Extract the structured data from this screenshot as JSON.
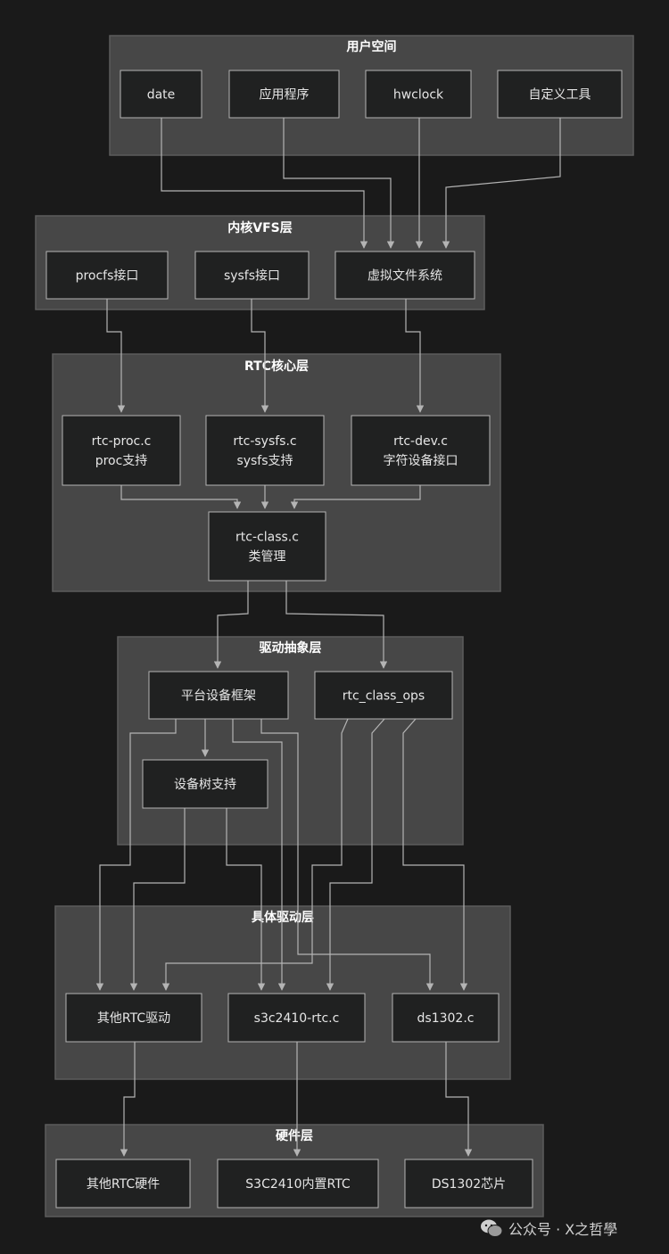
{
  "layers": [
    {
      "id": "user",
      "title": "用户空间"
    },
    {
      "id": "vfs",
      "title": "内核VFS层"
    },
    {
      "id": "rtccore",
      "title": "RTC核心层"
    },
    {
      "id": "abstract",
      "title": "驱动抽象层"
    },
    {
      "id": "driver",
      "title": "具体驱动层"
    },
    {
      "id": "hw",
      "title": "硬件层"
    }
  ],
  "nodes": [
    {
      "id": "date",
      "lines": [
        "date"
      ]
    },
    {
      "id": "app",
      "lines": [
        "应用程序"
      ]
    },
    {
      "id": "hwclock",
      "lines": [
        "hwclock"
      ]
    },
    {
      "id": "tool",
      "lines": [
        "自定义工具"
      ]
    },
    {
      "id": "procfs",
      "lines": [
        "procfs接口"
      ]
    },
    {
      "id": "sysfs",
      "lines": [
        "sysfs接口"
      ]
    },
    {
      "id": "vfsys",
      "lines": [
        "虚拟文件系统"
      ]
    },
    {
      "id": "rtcproc",
      "lines": [
        "rtc-proc.c",
        "proc支持"
      ]
    },
    {
      "id": "rtcsysfs",
      "lines": [
        "rtc-sysfs.c",
        "sysfs支持"
      ]
    },
    {
      "id": "rtcdev",
      "lines": [
        "rtc-dev.c",
        "字符设备接口"
      ]
    },
    {
      "id": "rtcclass",
      "lines": [
        "rtc-class.c",
        "类管理"
      ]
    },
    {
      "id": "platform",
      "lines": [
        "平台设备框架"
      ]
    },
    {
      "id": "classops",
      "lines": [
        "rtc_class_ops"
      ]
    },
    {
      "id": "devtree",
      "lines": [
        "设备树支持"
      ]
    },
    {
      "id": "otherdrv",
      "lines": [
        "其他RTC驱动"
      ]
    },
    {
      "id": "s3cdrv",
      "lines": [
        "s3c2410-rtc.c"
      ]
    },
    {
      "id": "dsdrv",
      "lines": [
        "ds1302.c"
      ]
    },
    {
      "id": "otherhw",
      "lines": [
        "其他RTC硬件"
      ]
    },
    {
      "id": "s3chw",
      "lines": [
        "S3C2410内置RTC"
      ]
    },
    {
      "id": "dshw",
      "lines": [
        "DS1302芯片"
      ]
    }
  ],
  "edges": [
    {
      "from": "date",
      "to": "vfsys"
    },
    {
      "from": "app",
      "to": "vfsys"
    },
    {
      "from": "hwclock",
      "to": "vfsys"
    },
    {
      "from": "tool",
      "to": "vfsys"
    },
    {
      "from": "procfs",
      "to": "rtcproc"
    },
    {
      "from": "sysfs",
      "to": "rtcsysfs"
    },
    {
      "from": "vfsys",
      "to": "rtcdev"
    },
    {
      "from": "rtcproc",
      "to": "rtcclass"
    },
    {
      "from": "rtcsysfs",
      "to": "rtcclass"
    },
    {
      "from": "rtcdev",
      "to": "rtcclass"
    },
    {
      "from": "rtcclass",
      "to": "platform"
    },
    {
      "from": "rtcclass",
      "to": "classops"
    },
    {
      "from": "platform",
      "to": "devtree"
    },
    {
      "from": "platform",
      "to": "otherdrv"
    },
    {
      "from": "platform",
      "to": "s3cdrv"
    },
    {
      "from": "platform",
      "to": "dsdrv"
    },
    {
      "from": "devtree",
      "to": "otherdrv"
    },
    {
      "from": "devtree",
      "to": "s3cdrv"
    },
    {
      "from": "classops",
      "to": "otherdrv"
    },
    {
      "from": "classops",
      "to": "s3cdrv"
    },
    {
      "from": "classops",
      "to": "dsdrv"
    },
    {
      "from": "otherdrv",
      "to": "otherhw"
    },
    {
      "from": "s3cdrv",
      "to": "s3chw"
    },
    {
      "from": "dsdrv",
      "to": "dshw"
    }
  ],
  "watermark": {
    "text": "公众号 · X之哲學",
    "icon": "wechat-icon"
  }
}
